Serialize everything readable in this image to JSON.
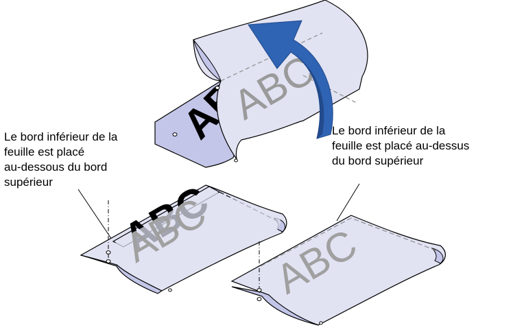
{
  "labels": {
    "left_callout": [
      "Le bord inférieur de la",
      "feuille est placé",
      "au-dessous du bord",
      "supérieur"
    ],
    "right_callout": [
      "Le bord inférieur de la",
      "feuille est placé au-dessus",
      "du bord supérieur"
    ]
  },
  "sheet_text": {
    "top_sheet_front": "ABC",
    "top_sheet_back": "ABC",
    "left_sheet_front": "ABC",
    "left_sheet_back": "ABC",
    "right_sheet": "ABC"
  },
  "colors": {
    "paper": "#e1e3f3",
    "paper_shadow": "#c3c6e8",
    "outline": "#000000",
    "arrow": "#2f63b3",
    "arrow_dark": "#224a8c",
    "text_light": "#999999",
    "text_dark": "#000000",
    "fold_line": "#8c8c8c"
  },
  "icons": {
    "rotation_arrow": "curved-arrow-icon",
    "hole": "punch-hole-icon"
  }
}
